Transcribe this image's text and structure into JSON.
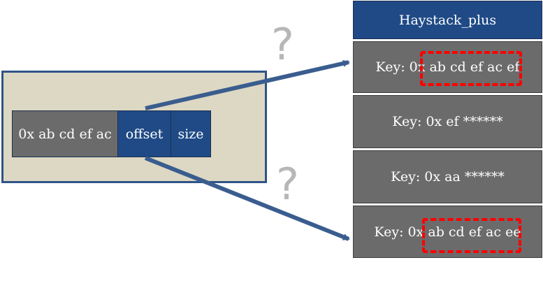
{
  "source_record": {
    "key": "0x ab cd ef ac",
    "offset": "offset",
    "size": "size"
  },
  "store": {
    "title": "Haystack_plus",
    "entries": [
      "Key: 0x ab cd ef ac ef",
      "Key: 0x ef ******",
      "Key: 0x aa ******",
      "Key: 0x ab cd ef ac ee"
    ]
  },
  "annotations": {
    "question_mark": "?"
  },
  "colors": {
    "navy": "#1f4a86",
    "gray": "#6b6b6b",
    "panel": "#ddd8c3",
    "highlight": "#ff0000",
    "arrow": "#3a5d8f"
  }
}
